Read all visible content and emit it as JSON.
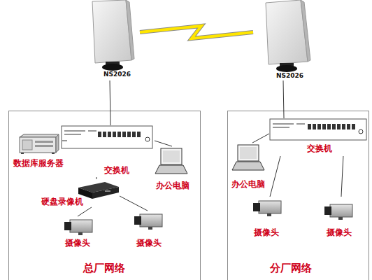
{
  "diagram": {
    "nodes": [
      {
        "text": [
          "NS2026"
        ]
      },
      {
        "text": [
          "NS2026"
        ]
      },
      {
        "text": [
          "总厂网络"
        ]
      },
      {
        "text": [
          "交换机"
        ],
        "in": 2
      },
      {
        "text": [
          "数据库服务器"
        ],
        "in": 2
      },
      {
        "text": [
          "办公电脑"
        ],
        "in": 2
      },
      {
        "text": [
          "硬盘录像机"
        ],
        "in": 2
      },
      {
        "text": [
          "摄像头"
        ],
        "in": 2
      },
      {
        "text": [
          "摄像头"
        ],
        "in": 2
      },
      {
        "text": [
          "分厂网络"
        ]
      },
      {
        "text": [
          "交换机"
        ],
        "in": 9
      },
      {
        "text": [
          "办公电脑"
        ],
        "in": 9
      },
      {
        "text": [
          "摄像头"
        ],
        "in": 9
      },
      {
        "text": [
          "摄像头"
        ],
        "in": 9
      }
    ],
    "edges": [
      {
        "from": 0,
        "to": 1,
        "arrow": "none"
      },
      {
        "from": 0,
        "to": 3,
        "arrow": "none"
      },
      {
        "from": 1,
        "to": 10,
        "arrow": "none"
      },
      {
        "from": 3,
        "to": 4,
        "arrow": "none"
      },
      {
        "from": 3,
        "to": 5,
        "arrow": "none"
      },
      {
        "from": 3,
        "to": 6,
        "arrow": "none"
      },
      {
        "from": 6,
        "to": 7,
        "arrow": "none"
      },
      {
        "from": 6,
        "to": 8,
        "arrow": "none"
      },
      {
        "from": 10,
        "to": 11,
        "arrow": "none"
      },
      {
        "from": 10,
        "to": 12,
        "arrow": "none"
      },
      {
        "from": 10,
        "to": 13,
        "arrow": "none"
      }
    ]
  }
}
